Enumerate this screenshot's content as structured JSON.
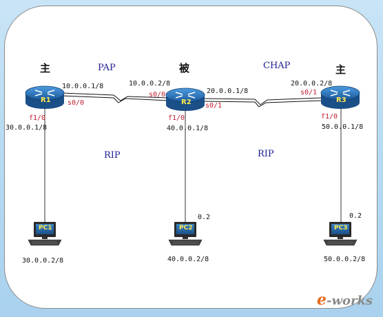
{
  "roles": {
    "r1": "主",
    "r2": "被",
    "r3": "主"
  },
  "protocols": {
    "pap": "PAP",
    "chap": "CHAP"
  },
  "rip": {
    "left": "RIP",
    "right": "RIP"
  },
  "routers": [
    {
      "id": "r1",
      "name": "R1"
    },
    {
      "id": "r2",
      "name": "R2"
    },
    {
      "id": "r3",
      "name": "R3"
    }
  ],
  "pcs": [
    {
      "id": "pc1",
      "name": "PC1"
    },
    {
      "id": "pc2",
      "name": "PC2"
    },
    {
      "id": "pc3",
      "name": "PC3"
    }
  ],
  "addresses": {
    "r1_s0": "10.0.0.1/8",
    "r2_s0": "10.0.0.2/8",
    "r2_s1": "20.0.0.1/8",
    "r3_s1": "20.0.0.2/8",
    "r1_f1": "30.0.0.1/8",
    "r2_f1": "40.0.0.1/8",
    "r3_f1": "50.0.0.1/8",
    "pc1": "30.0.0.2/8",
    "pc2": "40.0.0.2/8",
    "pc3": "50.0.0.2/8",
    "pc2_short": "0.2",
    "pc3_short": "0.2"
  },
  "interfaces": {
    "r1_s": "s0/0",
    "r2_s0": "s0/0",
    "r2_s1": "s0/1",
    "r3_s": "s0/1",
    "r1_f": "f1/0",
    "r2_f": "f1/0",
    "r3_f": "f1/0"
  },
  "logo": {
    "initial": "e",
    "rest": "-works"
  },
  "colors": {
    "router_body": "#1e63a8",
    "router_top": "#3f8fd6",
    "interface_label": "#c0182a",
    "protocol_label": "#1b1b8f",
    "pc_screen": "#2b6aa6"
  }
}
